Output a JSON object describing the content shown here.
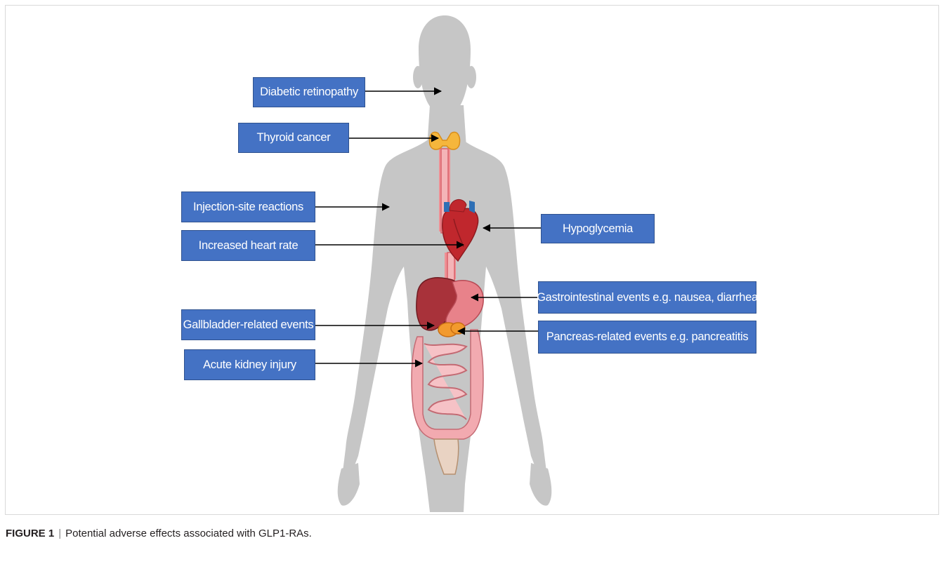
{
  "labels": {
    "diabetic_retinopathy": "Diabetic retinopathy",
    "thyroid_cancer": "Thyroid cancer",
    "injection_site": "Injection-site reactions",
    "increased_heart_rate": "Increased heart rate",
    "hypoglycemia": "Hypoglycemia",
    "gastrointestinal": "Gastrointestinal events e.g. nausea, diarrhea",
    "gallbladder": "Gallbladder-related events",
    "pancreas": "Pancreas-related events e.g. pancreatitis",
    "acute_kidney": "Acute kidney injury"
  },
  "caption": {
    "label": "FIGURE 1",
    "separator": "|",
    "text": "Potential adverse effects associated with GLP1-RAs."
  },
  "colors": {
    "box_fill": "#4472c4",
    "silhouette": "#c6c6c6",
    "heart": "#c0272d",
    "liver": "#a8323a",
    "stomach": "#e8828a",
    "intestine": "#f2aab0",
    "thyroid": "#f5b63c",
    "pancreas": "#f29a2e",
    "esophagus": "#ef8f94"
  },
  "icons": [
    "human-silhouette",
    "thyroid-icon",
    "heart-icon",
    "liver-icon",
    "stomach-icon",
    "pancreas-icon",
    "intestine-icon"
  ]
}
